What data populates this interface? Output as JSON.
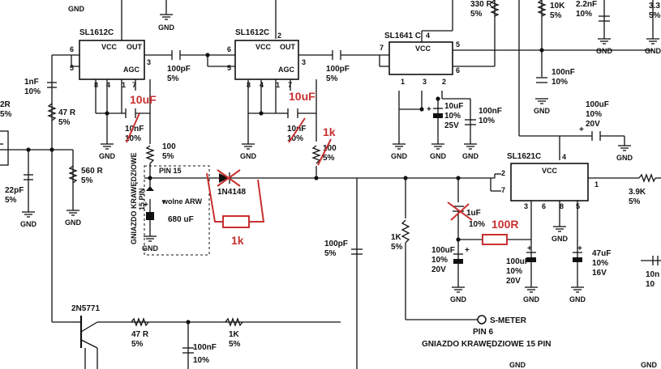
{
  "chips": {
    "u1": {
      "name": "SL1612C",
      "vcc": "VCC",
      "out": "OUT",
      "agc": "AGC",
      "pins": [
        "6",
        "5",
        "8",
        "4",
        "1",
        "7",
        "3"
      ]
    },
    "u2": {
      "name": "SL1612C",
      "vcc": "VCC",
      "out": "OUT",
      "agc": "AGC",
      "pins": [
        "2",
        "6",
        "5",
        "8",
        "4",
        "1",
        "7",
        "3"
      ]
    },
    "u3": {
      "name": "SL1641 C",
      "vcc": "VCC",
      "pins": [
        "7",
        "4",
        "5",
        "1",
        "3",
        "2",
        "6"
      ]
    },
    "u4": {
      "name": "SL1621C",
      "vcc": "VCC",
      "pins": [
        "4",
        "2",
        "7",
        "1",
        "3",
        "6",
        "8",
        "5"
      ]
    }
  },
  "gnd": "GND",
  "components": {
    "c_in": {
      "v": "1nF",
      "t": "10%"
    },
    "r47_in": {
      "v": "47 R",
      "t": "5%"
    },
    "c22": {
      "v": "22pF",
      "t": "5%"
    },
    "r560": {
      "v": "560 R",
      "t": "5%"
    },
    "c100_1": {
      "v": "100pF",
      "t": "5%"
    },
    "c100_2": {
      "v": "100pF",
      "t": "5%"
    },
    "c10n_1": {
      "v": "10nF",
      "t": "10%"
    },
    "c10n_2": {
      "v": "10nF",
      "t": "10%"
    },
    "r100_1": {
      "v": "100",
      "t": "5%"
    },
    "r100_2": {
      "v": "100",
      "t": "5%"
    },
    "c10u_25": {
      "v": "10uF",
      "t1": "10%",
      "t2": "25V"
    },
    "c100n_u3": {
      "v": "100nF",
      "t": "10%"
    },
    "r330": {
      "v": "330 R",
      "t": "5%"
    },
    "r10k": {
      "v": "10K",
      "t": "5%"
    },
    "c2n2": {
      "v": "2.2nF",
      "t": "10%"
    },
    "r3x": {
      "v": "3.3",
      "t": "5%"
    },
    "c100n_top": {
      "v": "100nF",
      "t": "10%"
    },
    "c100u_20v": {
      "v": "100uF",
      "t1": "10%",
      "t2": "20V"
    },
    "r3k9": {
      "v": "3.9K",
      "t": "5%"
    },
    "diode": {
      "v": "1N4148"
    },
    "c680": {
      "v": "680 uF",
      "star": "*"
    },
    "c100p_mid": {
      "v": "100pF",
      "t": "5%"
    },
    "r1k_mid": {
      "v": "1K",
      "t": "5%"
    },
    "c1u": {
      "v": "1uF",
      "t": "10%"
    },
    "c100u_a": {
      "v": "100uF",
      "t1": "10%",
      "t2": "20V"
    },
    "c100u_b": {
      "v": "100uF",
      "t1": "10%",
      "t2": "20V"
    },
    "c47u": {
      "v": "47uF",
      "t1": "10%",
      "t2": "16V"
    },
    "c10n_right": {
      "v": "10n",
      "t": "10"
    },
    "trans": {
      "v": "2N5771"
    },
    "r47_bot": {
      "v": "47 R",
      "t": "5%"
    },
    "c100n_bot": {
      "v": "100nF",
      "t": "10%"
    },
    "r1k_bot": {
      "v": "1K",
      "t": "5%"
    },
    "r2_edge": {
      "v": "2R",
      "t": "5%"
    }
  },
  "labels": {
    "pin15": "PIN 15",
    "wolne": "wolne ARW",
    "gniazdo_v1": "GNIAZDO KRAWĘDZIOWE",
    "gniazdo_v2": "15 PIN",
    "smeter": "S-METER",
    "pin6": "PIN 6",
    "gniazdo_bottom": "GNIAZDO  KRAWĘDZIOWE 15 PIN"
  },
  "annotations": {
    "a10uf_1": "10uF",
    "a10uf_2": "10uF",
    "a1k_top": "1k",
    "a1k_loop": "1k",
    "a100r": "100R"
  }
}
